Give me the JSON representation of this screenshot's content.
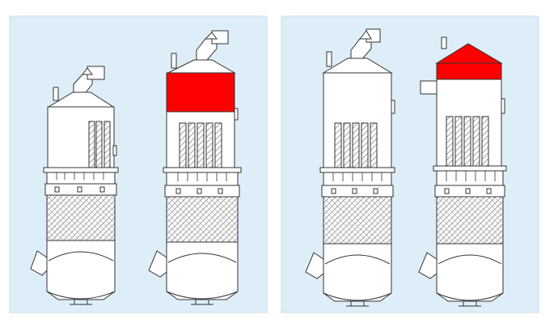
{
  "colors": {
    "page_background": "#ffffff",
    "panel_background": "#deeef9",
    "panel_border": "#c9dcec",
    "vessel_fill": "#ffffff",
    "line": "#333333",
    "packing_hatch": "#8a8a8a",
    "highlight_red": "#ff0000"
  },
  "panels": [
    {
      "name": "left-panel",
      "units": [
        {
          "name": "scrubber-original",
          "variant": "original",
          "highlight": "none"
        },
        {
          "name": "scrubber-rectangular-top",
          "variant": "extended",
          "highlight": "rectangular-top"
        }
      ]
    },
    {
      "name": "right-panel",
      "units": [
        {
          "name": "scrubber-extended",
          "variant": "extended",
          "highlight": "none"
        },
        {
          "name": "scrubber-conical-top",
          "variant": "extended",
          "highlight": "conical-top"
        }
      ]
    }
  ]
}
